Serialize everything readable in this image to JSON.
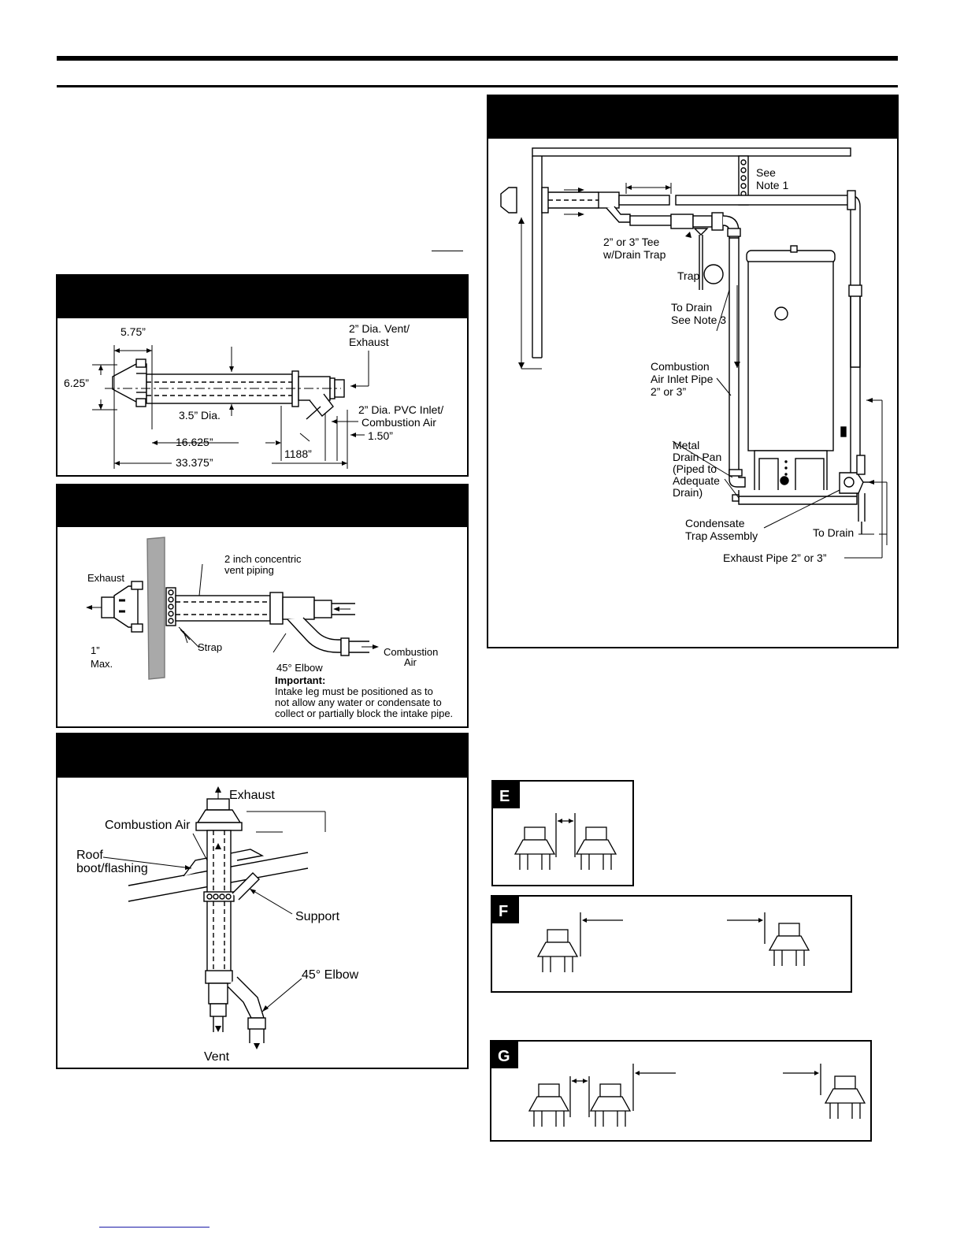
{
  "fig1": {
    "dim_575": "5.75”",
    "dim_625": "6.25”",
    "dim_35": "3.5” Dia.",
    "dim_16625": "16.625”",
    "dim_33375": "33.375”",
    "dim_1188": "1188”",
    "dim_150": "1.50”",
    "vent_l1": "2” Dia. Vent/",
    "vent_l2": "Exhaust",
    "inlet_l1": "2” Dia. PVC Inlet/",
    "inlet_l2": "Combustion Air"
  },
  "fig2": {
    "exhaust": "Exhaust",
    "piping_l1": "2 inch concentric",
    "piping_l2": "vent piping",
    "strap": "Strap",
    "max_l1": "1”",
    "max_l2": "Max.",
    "elbow": "45° Elbow",
    "combustion_l1": "Combustion",
    "combustion_l2": "Air",
    "important": "Important:",
    "note_l1": "Intake leg must be positioned as to",
    "note_l2": "not allow any water or condensate to",
    "note_l3": "collect or partially block the intake pipe."
  },
  "fig3": {
    "exhaust": "Exhaust",
    "combustion": "Combustion Air",
    "roof_l1": "Roof",
    "roof_l2": "boot/flashing",
    "support": "Support",
    "elbow": "45° Elbow",
    "vent": "Vent"
  },
  "fig4": {
    "note1_l1": "See",
    "note1_l2": "Note 1",
    "tee_l1": "2” or 3” Tee",
    "tee_l2": "w/Drain Trap",
    "trap": "Trap",
    "drain_l1": "To Drain",
    "drain_l2": "See Note 3",
    "inlet_l1": "Combustion",
    "inlet_l2": "Air Inlet Pipe",
    "inlet_l3": "2” or 3”",
    "pan_l1": "Metal",
    "pan_l2": "Drain Pan",
    "pan_l3": "(Piped to",
    "pan_l4": "Adequate",
    "pan_l5": "Drain)",
    "cond_l1": "Condensate",
    "cond_l2": "Trap Assembly",
    "to_drain": "To Drain",
    "exhaust_pipe": "Exhaust Pipe  2” or 3”"
  },
  "badges": {
    "e": "E",
    "f": "F",
    "g": "G"
  },
  "colors": {
    "ink": "#000000",
    "paper": "#ffffff",
    "wall": "#a9a9a9",
    "link": "#1a1aa6"
  }
}
